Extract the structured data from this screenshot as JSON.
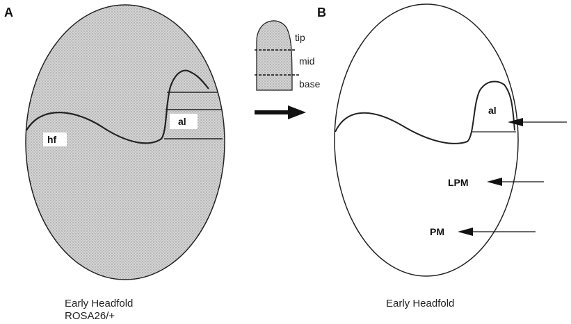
{
  "panel_a": {
    "letter": "A",
    "label_headfold": "hf",
    "label_allantois": "al",
    "caption_line1": "Early Headfold",
    "caption_line2": "ROSA26/+"
  },
  "inset": {
    "label_tip": "tip",
    "label_mid": "mid",
    "label_base": "base"
  },
  "panel_b": {
    "letter": "B",
    "label_allantois": "al",
    "label_lpm": "LPM",
    "label_pm": "PM",
    "caption": "Early Headfold"
  },
  "colors": {
    "stipple_fill": "#c9c9c9",
    "ink": "#111111"
  }
}
